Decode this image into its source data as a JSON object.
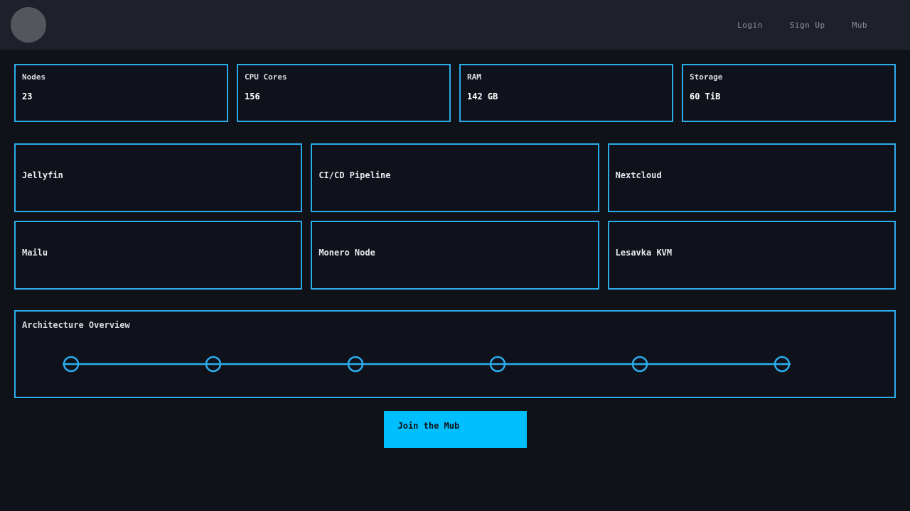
{
  "navbar": {
    "links": [
      {
        "label": "Login"
      },
      {
        "label": "Sign Up"
      },
      {
        "label": "Mub"
      }
    ]
  },
  "stats": [
    {
      "label": "Nodes",
      "value": "23"
    },
    {
      "label": "CPU Cores",
      "value": "156"
    },
    {
      "label": "RAM",
      "value": "142 GB"
    },
    {
      "label": "Storage",
      "value": "60 TiB"
    }
  ],
  "services": [
    {
      "name": "Jellyfin"
    },
    {
      "name": "CI/CD Pipeline"
    },
    {
      "name": "Nextcloud"
    },
    {
      "name": "Mailu"
    },
    {
      "name": "Monero Node"
    },
    {
      "name": "Lesavka KVM"
    }
  ],
  "architecture": {
    "title": "Architecture Overview",
    "node_count": 6
  },
  "cta": {
    "label": "Join the Mub"
  },
  "colors": {
    "accent": "#00bfff",
    "border": "#2badec",
    "navbar_bg": "#1e212a",
    "page_bg": "#10121a"
  }
}
